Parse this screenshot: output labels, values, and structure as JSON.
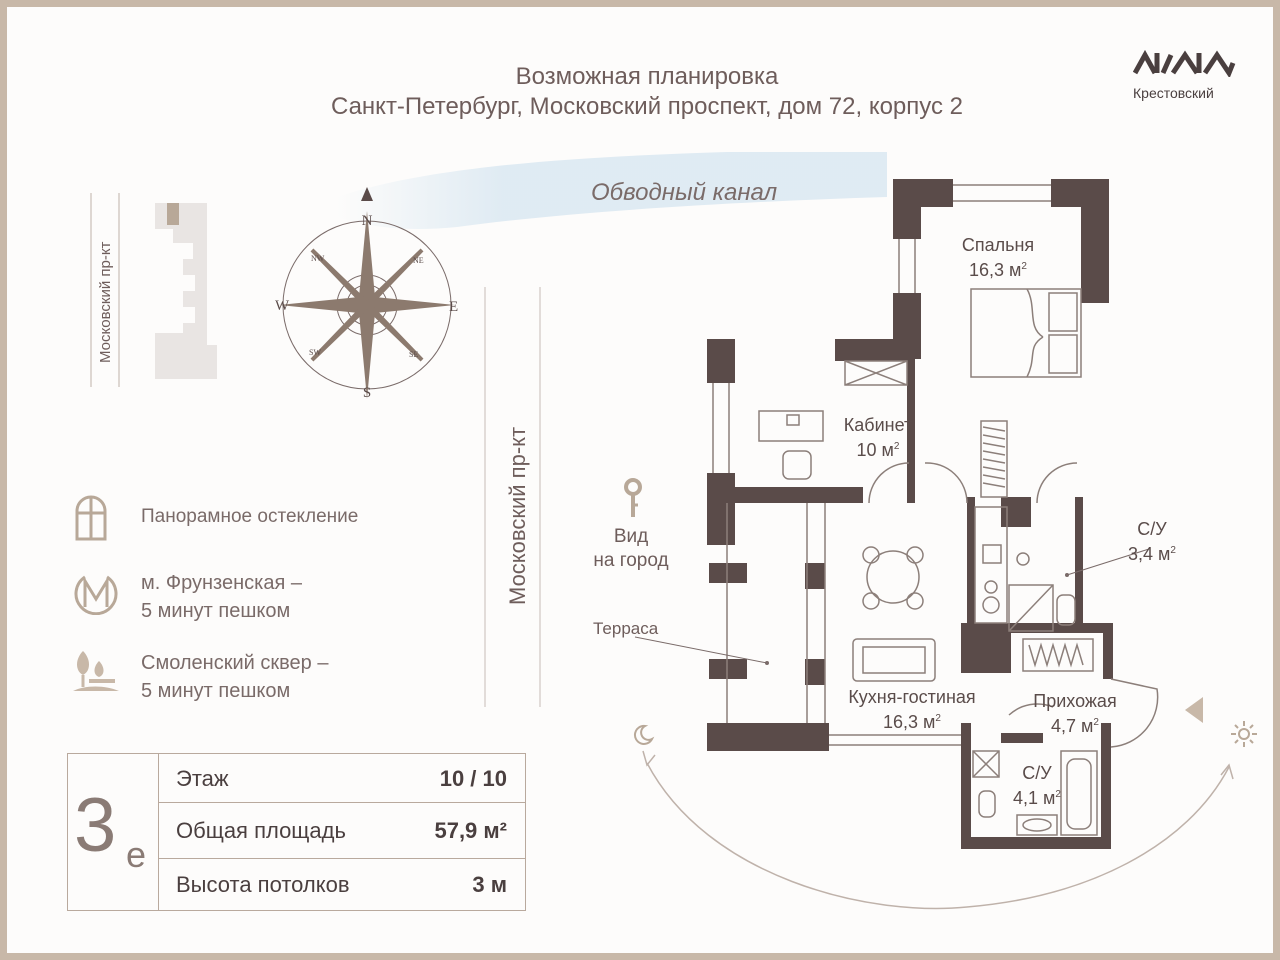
{
  "header": {
    "title": "Возможная планировка",
    "address": "Санкт-Петербург,  Московский проспект, дом 72, корпус 2"
  },
  "logo": {
    "name": "Крестовский"
  },
  "map": {
    "canal": "Обводный канал",
    "avenue_vertical": "Московский пр-кт",
    "avenue_small": "Московский пр-кт",
    "view": {
      "line1": "Вид",
      "line2": "на город"
    },
    "compass": {
      "n": "N",
      "s": "S",
      "e": "E",
      "w": "W",
      "nw": "NW",
      "ne": "NE",
      "sw": "SW",
      "se": "SE"
    }
  },
  "features": [
    {
      "icon": "panoramic-window-icon",
      "text": "Панорамное остекление"
    },
    {
      "icon": "metro-icon",
      "line1": "м. Фрунзенская –",
      "line2": "5 минут пешком"
    },
    {
      "icon": "park-icon",
      "line1": "Смоленский сквер –",
      "line2": "5 минут пешком"
    }
  ],
  "rooms": {
    "bedroom": {
      "name": "Спальня",
      "area": "16,3 м",
      "unit": "2"
    },
    "office": {
      "name": "Кабинет",
      "area": "10 м",
      "unit": "2"
    },
    "bath1": {
      "name": "С/У",
      "area": "3,4 м",
      "unit": "2"
    },
    "terrace": {
      "name": "Терраса"
    },
    "kitchen": {
      "name": "Кухня-гостиная",
      "area": "16,3 м",
      "unit": "2"
    },
    "hall": {
      "name": "Прихожая",
      "area": "4,7 м",
      "unit": "2"
    },
    "bath2": {
      "name": "С/У",
      "area": "4,1 м",
      "unit": "2"
    }
  },
  "info": {
    "code": "3",
    "code_suffix": "е",
    "rows": [
      {
        "label": "Этаж",
        "value": "10 / 10"
      },
      {
        "label": "Общая площадь",
        "value": "57,9 м²"
      },
      {
        "label": "Высота потолков",
        "value": "3 м"
      }
    ]
  },
  "colors": {
    "wall": "#5a4b49",
    "accent": "#c8b8a8",
    "text": "#6e5d5b",
    "canal": "#dce9f2"
  }
}
